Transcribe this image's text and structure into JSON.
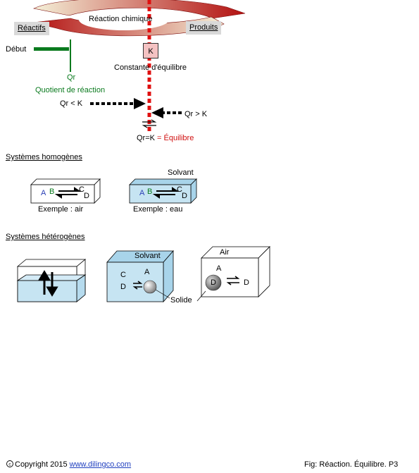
{
  "top": {
    "cycle_label": "Réaction chimique",
    "reactants_label": "Réactifs",
    "products_label": "Produits",
    "start_label": "Début",
    "qr_symbol": "Qr",
    "qr_label": "Quotient de réaction",
    "k_box": "K",
    "k_label": "Constante d'équilibre",
    "qr_less": "Qr < K",
    "qr_greater": "Qr > K",
    "eq_lhs": "Qr=K",
    "eq_rhs": "= Équilibre",
    "colors": {
      "green": "#0a7a1e",
      "red": "#d01010",
      "pink_box": "#f4c2c2",
      "arrow_red": "#c81414"
    }
  },
  "homogeneous": {
    "title": "Systèmes homogènes",
    "box1": {
      "a": "A",
      "b": "B",
      "c": "C",
      "d": "D",
      "caption": "Exemple : air"
    },
    "box2": {
      "a": "A",
      "b": "B",
      "c": "C",
      "d": "D",
      "caption": "Exemple : eau",
      "label": "Solvant"
    }
  },
  "heterogeneous": {
    "title": "Systèmes hétérogènes",
    "box2": {
      "label": "Solvant",
      "a": "A",
      "c": "C",
      "d": "D"
    },
    "box3": {
      "label": "Air",
      "a": "A",
      "ball": "D",
      "d": "D"
    },
    "solid_label": "Solide"
  },
  "footer": {
    "copyright": "Copyright 2015",
    "link": "www.dilingco.com",
    "figure": "Fig:  Réaction. Équilibre. P3"
  }
}
